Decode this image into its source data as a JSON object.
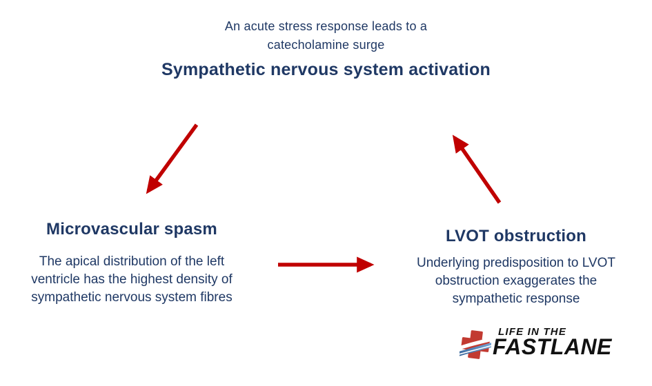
{
  "colors": {
    "text_navy": "#1f3864",
    "arrow_red": "#c00000",
    "logo_cross_red": "#c23a31",
    "logo_swoosh_blue": "#4679bd",
    "logo_swoosh_blue_dark": "#2f5e94",
    "logo_text_black": "#111111"
  },
  "diagram": {
    "intro_lines": [
      "An acute stress response leads to a",
      "catecholamine surge"
    ],
    "title": "Sympathetic nervous system activation",
    "nodes": {
      "microvascular": {
        "title": "Microvascular spasm",
        "body_lines": [
          "The apical distribution of the left",
          "ventricle has the highest density of",
          "sympathetic nervous system fibres"
        ]
      },
      "lvot": {
        "title": "LVOT obstruction",
        "body_lines": [
          "Underlying predisposition to LVOT",
          "obstruction exaggerates the",
          "sympathetic response"
        ]
      }
    },
    "arrows": [
      {
        "name": "activation-to-microvascular"
      },
      {
        "name": "microvascular-to-lvot"
      },
      {
        "name": "lvot-to-activation"
      }
    ]
  },
  "logo": {
    "line1": "LIFE IN THE",
    "line2": "FASTLANE"
  }
}
